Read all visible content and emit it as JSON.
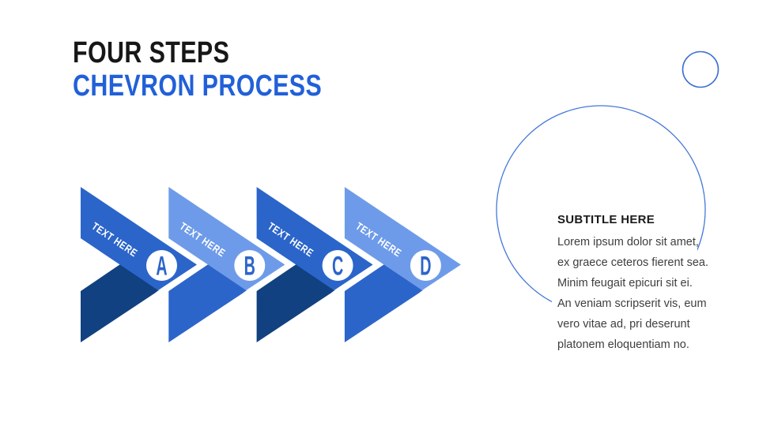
{
  "content": {
    "title_line1": "FOUR STEPS",
    "title_line2": "CHEVRON PROCESS",
    "subtitle": "SUBTITLE HERE",
    "body_lines": [
      "Lorem ipsum dolor sit amet,",
      "ex graece ceteros fierent sea.",
      "Minim feugait epicuri sit ei.",
      "An veniam scripserit vis, eum",
      "vero vitae ad, pri deserunt",
      "platonem eloquentiam no."
    ]
  },
  "process": {
    "steps": [
      {
        "letter": "A",
        "label": "TEXT HERE",
        "ribbon_color": "#2b65ca",
        "body_color": "#114180"
      },
      {
        "letter": "B",
        "label": "TEXT HERE",
        "ribbon_color": "#6e9be9",
        "body_color": "#2b65ca"
      },
      {
        "letter": "C",
        "label": "TEXT HERE",
        "ribbon_color": "#2b65ca",
        "body_color": "#114180"
      },
      {
        "letter": "D",
        "label": "TEXT HERE",
        "ribbon_color": "#6e9be9",
        "body_color": "#2b65ca"
      }
    ],
    "letter_color": "#2b65ca",
    "label_color": "#ffffff",
    "badge_fill": "#ffffff"
  },
  "theme": {
    "background": "#ffffff",
    "title_color_primary": "#171717",
    "title_color_accent": "#2160d8",
    "subtitle_color": "#1b1b1b",
    "body_text_color": "#3e3e3e",
    "big_circle_color": "#4478d8",
    "small_circle_color": "#3b6fd3"
  }
}
